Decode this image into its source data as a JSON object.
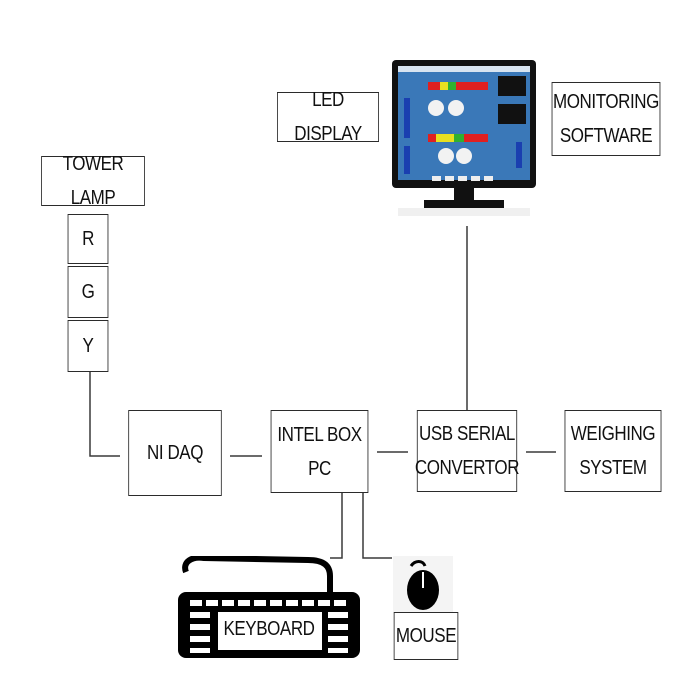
{
  "diagram": {
    "tower_lamp": {
      "label": "TOWER LAMP",
      "lights": [
        "R",
        "G",
        "Y"
      ]
    },
    "led_display": "LED DISPLAY",
    "monitoring_software": [
      "MONITORING",
      "SOFTWARE"
    ],
    "ni_daq": "NI DAQ",
    "intel_box_pc": [
      "INTEL BOX",
      "PC"
    ],
    "usb_serial_convertor": [
      "USB SERIAL",
      "CONVERTOR"
    ],
    "weighing_system": [
      "WEIGHING",
      "SYSTEM"
    ],
    "keyboard": "KEYBOARD",
    "mouse": "MOUSE"
  },
  "icons": [
    "monitor-icon",
    "keyboard-icon",
    "mouse-icon"
  ],
  "colors": {
    "line": "#2b2b2b",
    "box_border": "#2b2b2b",
    "screen": "#3a78b8"
  }
}
